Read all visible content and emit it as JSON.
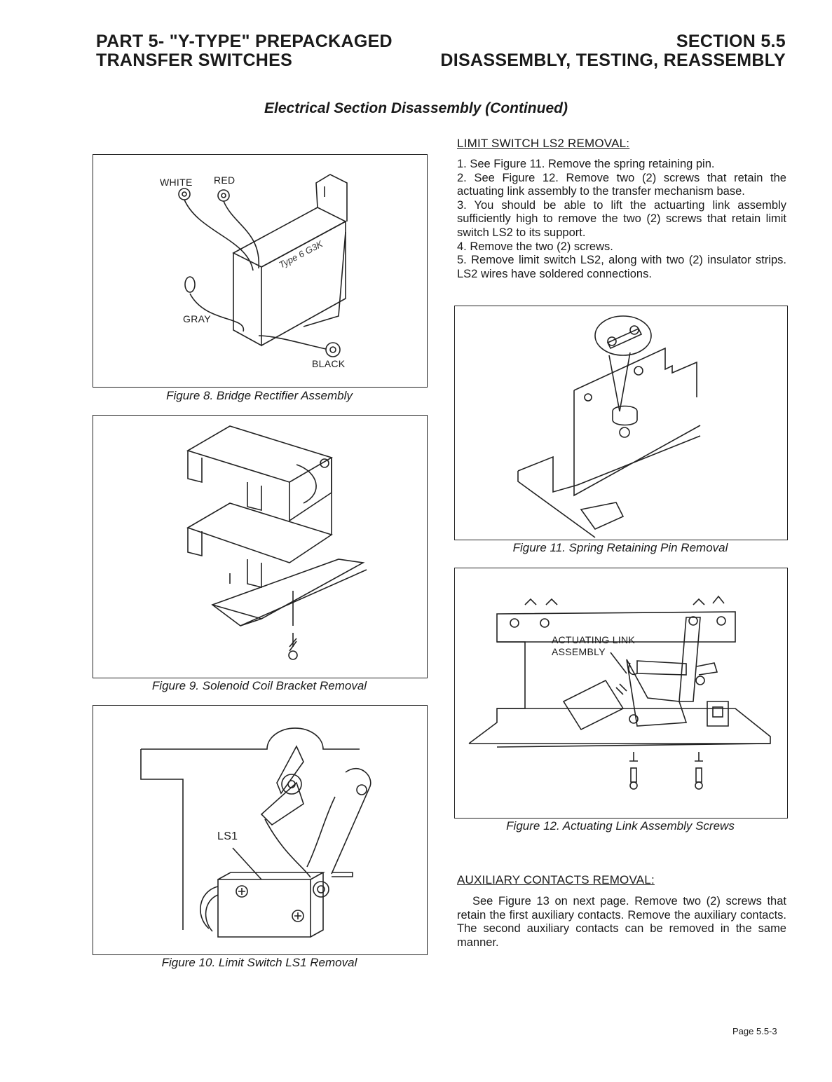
{
  "header": {
    "left_line1": "PART 5- \"Y-TYPE\" PREPACKAGED",
    "left_line2": "TRANSFER SWITCHES",
    "right_line1": "SECTION 5.5",
    "right_line2": "DISASSEMBLY, TESTING, REASSEMBLY"
  },
  "subtitle": "Electrical Section Disassembly (Continued)",
  "figures": {
    "fig8": {
      "caption": "Figure 8. Bridge Rectifier Assembly",
      "labels": {
        "white": "WHITE",
        "red": "RED",
        "gray": "GRAY",
        "black": "BLACK"
      }
    },
    "fig9": {
      "caption": "Figure 9. Solenoid Coil Bracket Removal"
    },
    "fig10": {
      "caption": "Figure 10. Limit Switch LS1 Removal",
      "labels": {
        "ls1": "LS1"
      }
    },
    "fig11": {
      "caption": "Figure 11. Spring Retaining Pin Removal"
    },
    "fig12": {
      "caption": "Figure 12. Actuating Link Assembly Screws",
      "labels": {
        "actuating_line1": "ACTUATING LINK",
        "actuating_line2": "ASSEMBLY"
      }
    }
  },
  "ls2_section": {
    "title": "LIMIT SWITCH LS2 REMOVAL:",
    "steps": [
      "1.  See Figure 11. Remove the spring retaining pin.",
      "2.  See Figure 12. Remove two (2) screws that retain the actuating link assembly to the transfer mechanism base.",
      "3. You should be able to lift the actuarting link assembly sufficiently high to  remove the two (2) screws that retain limit switch LS2 to  its support.",
      "4. Remove the two (2) screws.",
      "5. Remove limit switch LS2, along with two (2) insulator strips.  LS2 wires have soldered connections."
    ]
  },
  "aux_section": {
    "title": "AUXILIARY CONTACTS REMOVAL:",
    "text": "See Figure 13 on next page. Remove two (2) screws that retain the first auxiliary contacts. Remove the auxiliary contacts. The second auxiliary contacts can be removed in the same manner."
  },
  "page_number": "Page 5.5-3"
}
